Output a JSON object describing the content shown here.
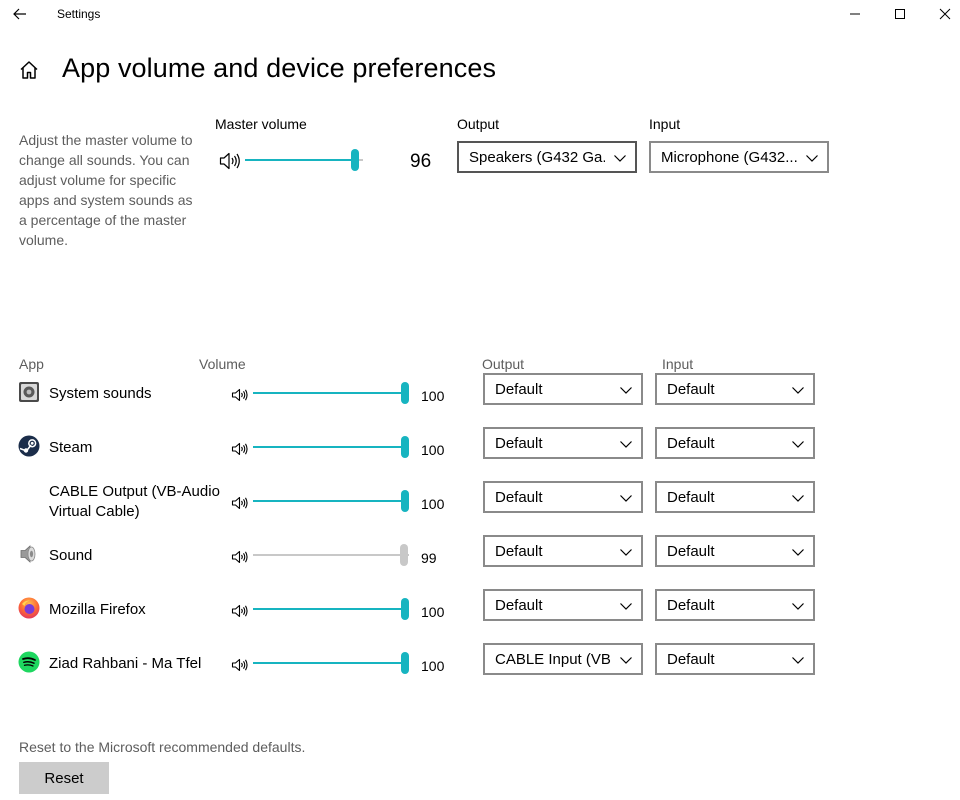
{
  "window": {
    "title": "Settings"
  },
  "page": {
    "title": "App volume and device preferences",
    "description": "Adjust the master volume to change all sounds. You can adjust volume for specific apps and system sounds as a percentage of the master volume."
  },
  "master": {
    "label": "Master volume",
    "value": "96",
    "level": 96,
    "output_label": "Output",
    "output_value": "Speakers (G432 Ga...",
    "input_label": "Input",
    "input_value": "Microphone (G432..."
  },
  "columns": {
    "app": "App",
    "volume": "Volume",
    "output": "Output",
    "input": "Input"
  },
  "apps": [
    {
      "name": "System sounds",
      "value": "100",
      "level": 100,
      "output": "Default",
      "input": "Default",
      "icon": "system-sounds-icon",
      "enabled": true
    },
    {
      "name": "Steam",
      "value": "100",
      "level": 100,
      "output": "Default",
      "input": "Default",
      "icon": "steam-icon",
      "enabled": true
    },
    {
      "name": "CABLE Output (VB-Audio Virtual Cable)",
      "value": "100",
      "level": 100,
      "output": "Default",
      "input": "Default",
      "icon": "",
      "enabled": true
    },
    {
      "name": "Sound",
      "value": "99",
      "level": 99,
      "output": "Default",
      "input": "Default",
      "icon": "speaker-app-icon",
      "enabled": false
    },
    {
      "name": "Mozilla Firefox",
      "value": "100",
      "level": 100,
      "output": "Default",
      "input": "Default",
      "icon": "firefox-icon",
      "enabled": true
    },
    {
      "name": "Ziad Rahbani - Ma Tfel",
      "value": "100",
      "level": 100,
      "output": "CABLE Input (VB-A",
      "input": "Default",
      "icon": "spotify-icon",
      "enabled": true
    }
  ],
  "reset": {
    "text": "Reset to the Microsoft recommended defaults.",
    "button": "Reset"
  },
  "colors": {
    "accent": "#17b4c0",
    "disabled": "#c8c8c8"
  }
}
